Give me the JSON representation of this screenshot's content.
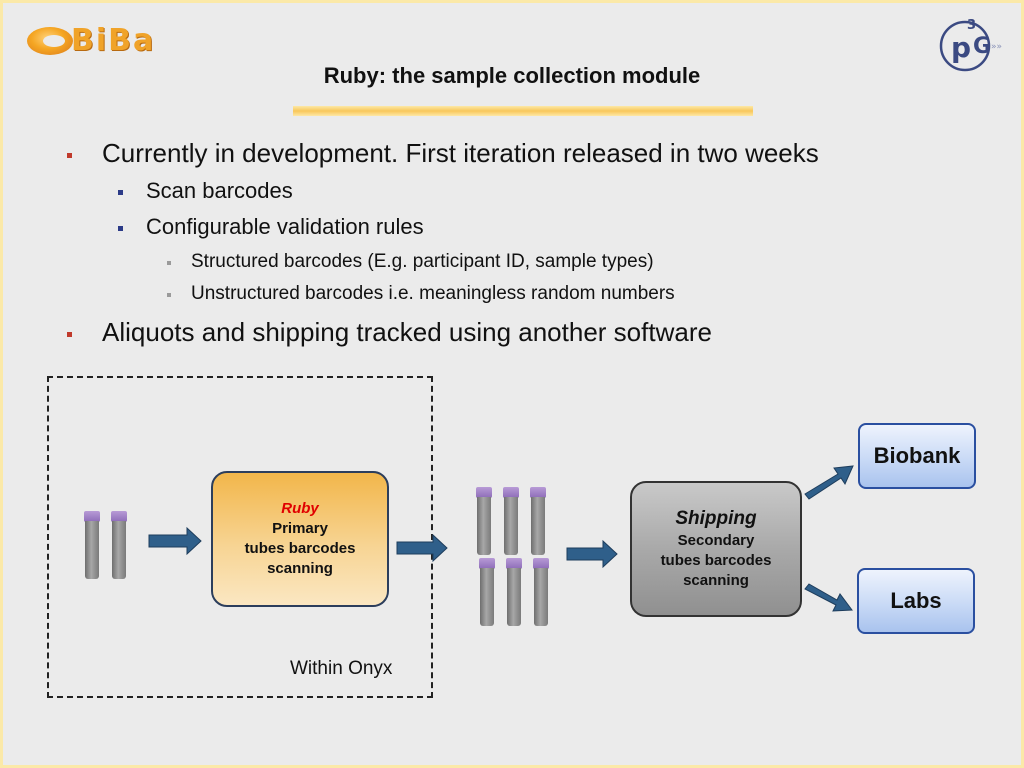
{
  "header": {
    "logo_left_text": "BiBa",
    "logo_right_text": "P3G",
    "title": "Ruby: the sample collection module"
  },
  "bullets": [
    {
      "level": 1,
      "text": "Currently in development. First iteration released in two weeks"
    },
    {
      "level": 2,
      "text": "Scan barcodes"
    },
    {
      "level": 2,
      "text": "Configurable validation rules"
    },
    {
      "level": 3,
      "text": "Structured barcodes (E.g. participant ID, sample types)"
    },
    {
      "level": 3,
      "text": "Unstructured barcodes i.e. meaningless random numbers"
    },
    {
      "level": 1,
      "text": "Aliquots and shipping tracked using another software"
    }
  ],
  "diagram": {
    "within_label": "Within Onyx",
    "ruby_box": {
      "name": "Ruby",
      "lines": [
        "Primary",
        "tubes barcodes",
        "scanning"
      ]
    },
    "shipping_box": {
      "name": "Shipping",
      "lines": [
        "Secondary",
        "tubes barcodes",
        "scanning"
      ]
    },
    "biobank_label": "Biobank",
    "labs_label": "Labs"
  },
  "colors": {
    "frame": "#fbe9a8",
    "background": "#ebebeb",
    "level1_marker": "#c0392b",
    "level2_marker": "#2b3a87",
    "level3_marker": "#9a9a9a",
    "arrow_fill": "#2f5f8a",
    "ruby_name": "#e00000"
  }
}
